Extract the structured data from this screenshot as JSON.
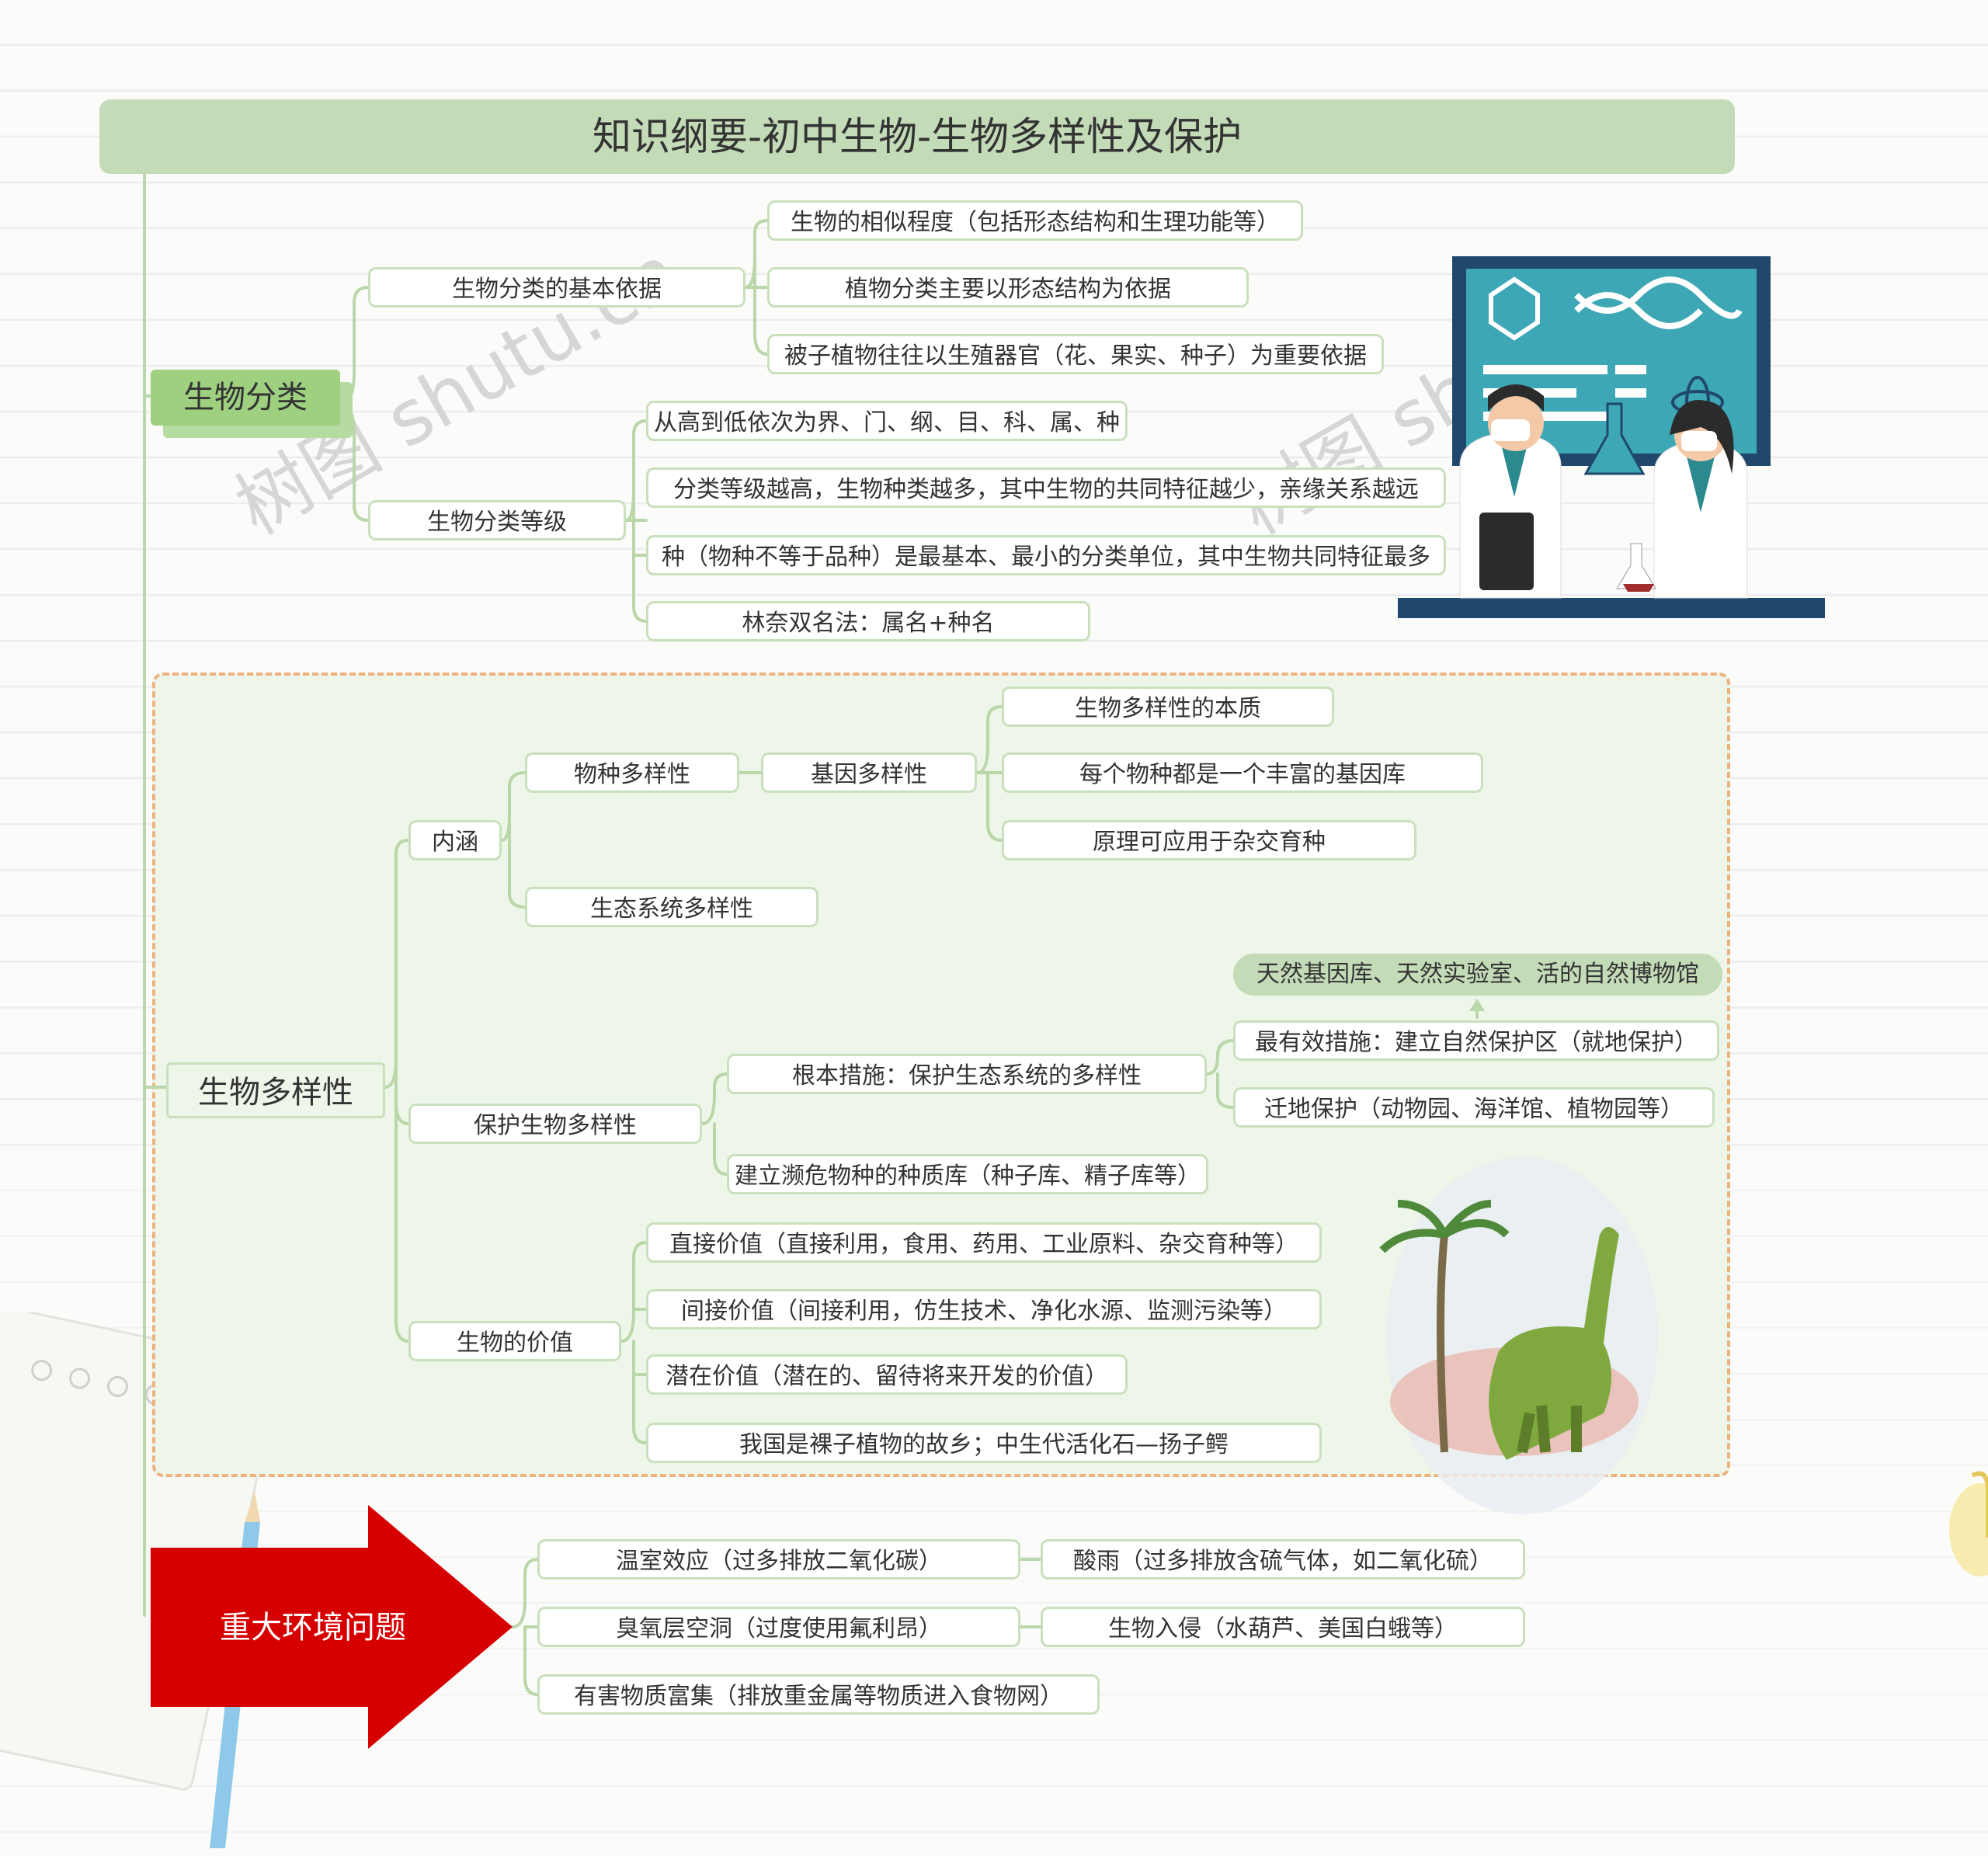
{
  "title": "知识纲要-初中生物-生物多样性及保护",
  "watermark": "树图 shutu.cn",
  "colors": {
    "title_bg": "#c4dbb8",
    "node_border": "#c9e0bd",
    "line": "#b9d7a8",
    "frame_border": "#eeb27e",
    "arrow": "#d70000"
  },
  "branch1": {
    "label": "生物分类",
    "basis": {
      "label": "生物分类的基本依据",
      "items": [
        "生物的相似程度（包括形态结构和生理功能等）",
        "植物分类主要以形态结构为依据",
        "被子植物往往以生殖器官（花、果实、种子）为重要依据"
      ]
    },
    "ranks": {
      "label": "生物分类等级",
      "items": [
        "从高到低依次为界、门、纲、目、科、属、种",
        "分类等级越高，生物种类越多，其中生物的共同特征越少，亲缘关系越远",
        "种（物种不等于品种）是最基本、最小的分类单位，其中生物共同特征最多",
        "林奈双名法：属名+种名"
      ]
    }
  },
  "branch2": {
    "label": "生物多样性",
    "meaning": {
      "label": "内涵",
      "species": "物种多样性",
      "gene": {
        "label": "基因多样性",
        "items": [
          "生物多样性的本质",
          "每个物种都是一个丰富的基因库",
          "原理可应用于杂交育种"
        ]
      },
      "eco": "生态系统多样性"
    },
    "protect": {
      "label": "保护生物多样性",
      "basic": {
        "label": "根本措施：保护生态系统的多样性",
        "items": [
          "最有效措施：建立自然保护区（就地保护）",
          "迁地保护（动物园、海洋馆、植物园等）"
        ],
        "note": "天然基因库、天然实验室、活的自然博物馆"
      },
      "bank": "建立濒危物种的种质库（种子库、精子库等）"
    },
    "value": {
      "label": "生物的价值",
      "items": [
        "直接价值（直接利用，食用、药用、工业原料、杂交育种等）",
        "间接价值（间接利用，仿生技术、净化水源、监测污染等）",
        "潜在价值（潜在的、留待将来开发的价值）",
        "我国是裸子植物的故乡；中生代活化石—扬子鳄"
      ]
    }
  },
  "branch3": {
    "label": "重大环境问题",
    "items": [
      "温室效应（过多排放二氧化碳）",
      "酸雨（过多排放含硫气体，如二氧化硫）",
      "臭氧层空洞（过度使用氟利昂）",
      "生物入侵（水葫芦、美国白蛾等）",
      "有害物质富集（排放重金属等物质进入食物网）"
    ]
  }
}
